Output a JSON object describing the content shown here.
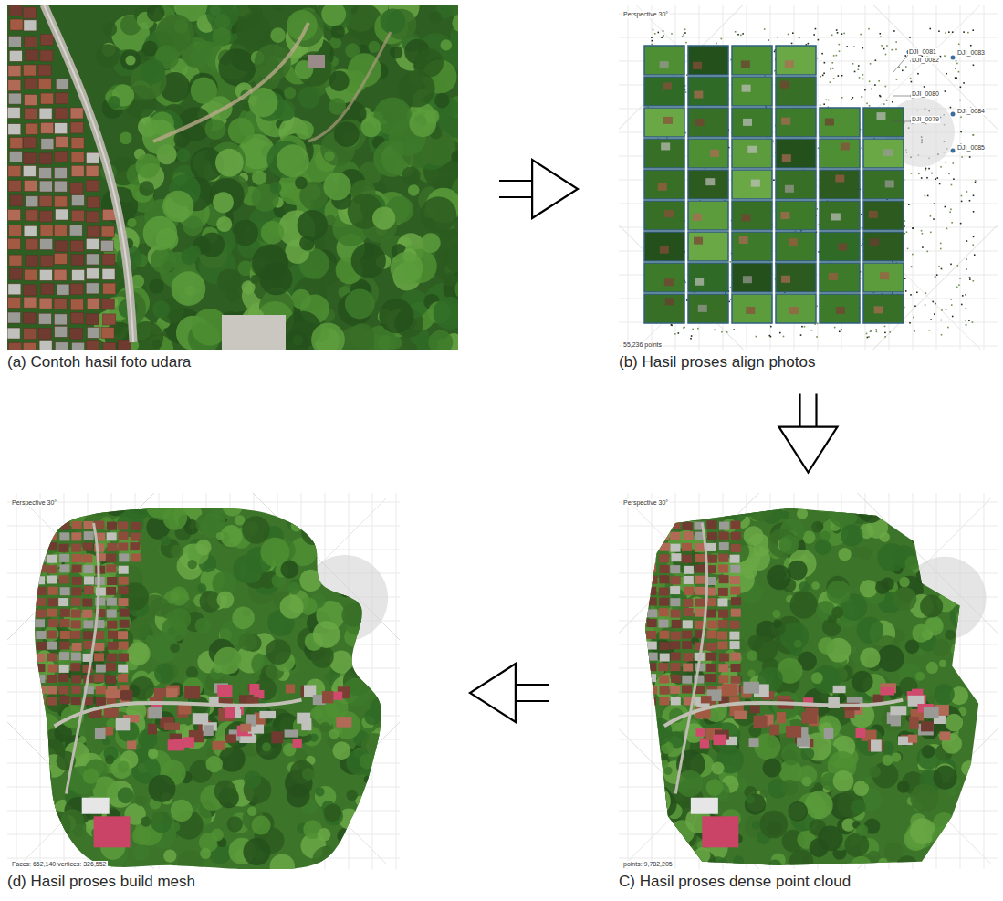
{
  "diagram": {
    "nodes": [
      {
        "text": [
          "(a) Contoh hasil foto udara"
        ]
      },
      {
        "text": [
          "(b) Hasil proses align photos"
        ]
      },
      {
        "text": [
          "(d) Hasil proses build mesh"
        ]
      },
      {
        "text": [
          "C) Hasil proses dense point cloud"
        ]
      }
    ],
    "edges": [
      {
        "from": 0,
        "to": 1,
        "arrow": "to"
      },
      {
        "from": 1,
        "to": 3,
        "arrow": "to"
      },
      {
        "from": 3,
        "to": 2,
        "arrow": "to"
      }
    ],
    "labels": [
      "Perspective 30°",
      "55,236 points",
      "DJI_0081",
      "DJI_0082",
      "DJI_0080",
      "DJI_0079",
      "DJI_0083",
      "DJI_0084",
      "DJI_0085",
      "Perspective 30°",
      "Faces: 652,140 vertices: 326,552",
      "Perspective 30°",
      "points: 9,782,205"
    ]
  }
}
